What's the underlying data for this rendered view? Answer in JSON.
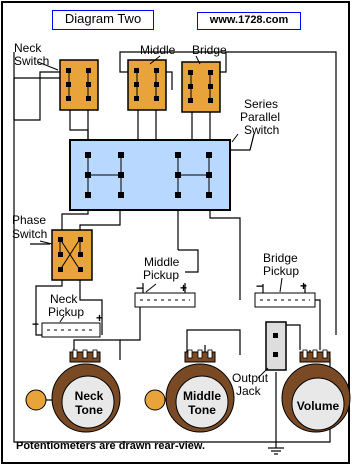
{
  "title": "Diagram Two",
  "website": "www.1728.com",
  "labels": {
    "neck_switch_line1": "Neck",
    "neck_switch_line2": "Switch",
    "middle": "Middle",
    "bridge": "Bridge",
    "series_line1": "Series",
    "series_line2": "Parallel",
    "series_line3": "Switch",
    "phase_line1": "Phase",
    "phase_line2": "Switch",
    "middle_pickup_line1": "Middle",
    "middle_pickup_line2": "Pickup",
    "bridge_pickup_line1": "Bridge",
    "bridge_pickup_line2": "Pickup",
    "neck_pickup_line1": "Neck",
    "neck_pickup_line2": "Pickup",
    "output_line1": "Output",
    "output_line2": "Jack",
    "footer": "Potentiometers are drawn rear-view.",
    "minus": "−",
    "plus": "+"
  },
  "pots": {
    "neck_line1": "Neck",
    "neck_line2": "Tone",
    "middle_line1": "Middle",
    "middle_line2": "Tone",
    "volume": "Volume"
  },
  "colors": {
    "switch_orange": "#e8a33a",
    "series_switch_blue": "#b8d8ff",
    "pot_brown": "#7a4a25",
    "pot_face": "#e8e8e8",
    "capacitor": "#e8a33a",
    "border": "#000000",
    "title_border": "#0000ff"
  }
}
